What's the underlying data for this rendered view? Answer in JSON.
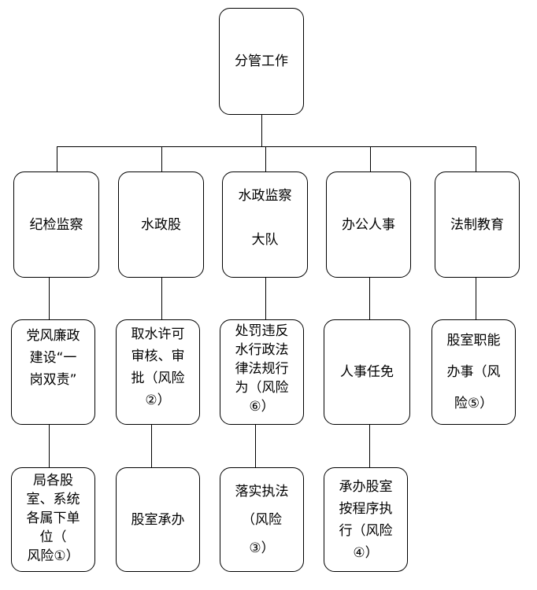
{
  "root": {
    "label": "分管工作"
  },
  "departments": [
    {
      "label": "纪检监察"
    },
    {
      "label": "水政股"
    },
    {
      "label": "水政监察\n\n大队"
    },
    {
      "label": "办公人事"
    },
    {
      "label": "法制教育"
    }
  ],
  "risks": [
    {
      "label": "党风廉政\n建设“一\n岗双责”"
    },
    {
      "label": "取水许可\n审核、审\n批（风险\n②）"
    },
    {
      "label": "处罚违反\n水行政法\n律法规行\n为（风险\n⑥）"
    },
    {
      "label": "人事任免"
    },
    {
      "label": "股室职能\n\n办事（风\n\n险⑤）"
    }
  ],
  "executors": [
    {
      "label": "局各股\n室、系统\n各属下单\n位（\n风险①）"
    },
    {
      "label": "股室承办"
    },
    {
      "label": "落实执法\n\n（风险\n\n③）"
    },
    {
      "label": "承办股室\n按程序执\n行（风险\n④）"
    }
  ]
}
